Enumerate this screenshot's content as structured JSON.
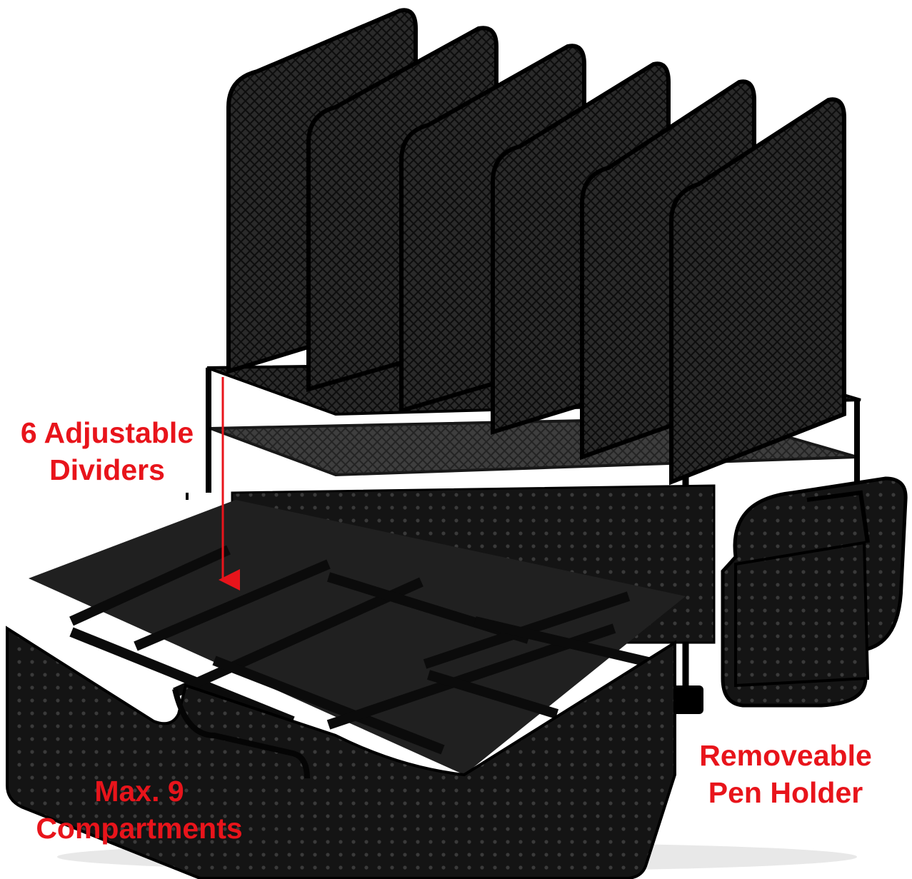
{
  "callouts": {
    "dividers": {
      "line1": "6 Adjustable",
      "line2": "Dividers"
    },
    "compartments": {
      "line1": "Max. 9",
      "line2": "Compartments"
    },
    "pen_holder": {
      "line1": "Removeable",
      "line2": "Pen Holder"
    }
  },
  "colors": {
    "callout_text": "#e8141b",
    "arrow": "#e8141b",
    "product": "#111111",
    "background": "#ffffff"
  }
}
